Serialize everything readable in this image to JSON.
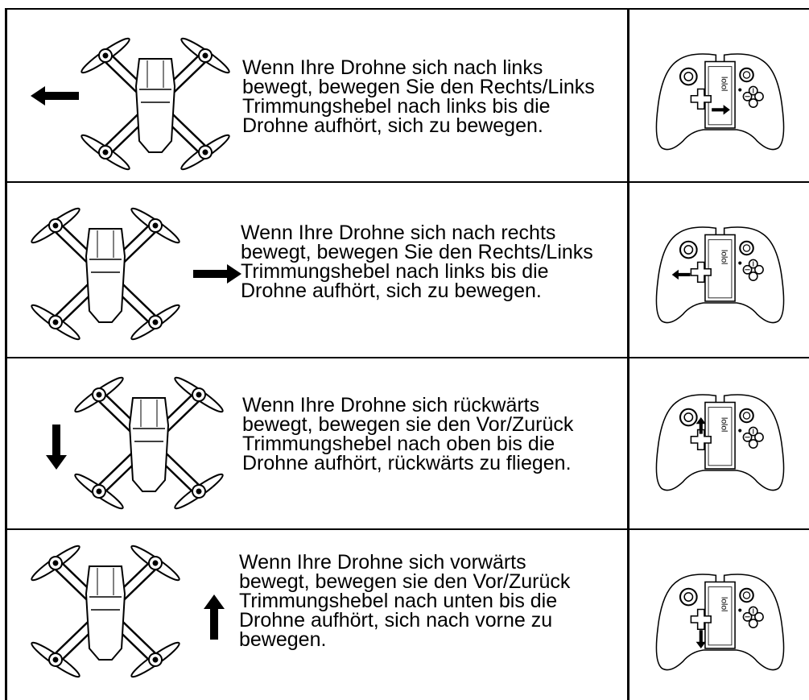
{
  "rows": [
    {
      "text": "Wenn Ihre Drohne sich nach links\nbewegt, bewegen Sie den Rechts/Links\nTrimmungshebel nach links bis die\nDrohne aufhört, sich zu bewegen.",
      "drone_arrow": "left",
      "trim_arrow": "right",
      "controller_logo": "lolol"
    },
    {
      "text": "Wenn Ihre Drohne sich nach rechts\nbewegt, bewegen Sie den Rechts/Links\nTrimmungshebel nach links bis die\nDrohne aufhört, sich zu bewegen.",
      "drone_arrow": "right",
      "trim_arrow": "left",
      "controller_logo": "lolol"
    },
    {
      "text": "Wenn Ihre Drohne sich rückwärts\nbewegt, bewegen sie den Vor/Zurück\nTrimmungshebel nach oben bis die\nDrohne aufhört, rückwärts zu fliegen.",
      "drone_arrow": "down",
      "trim_arrow": "up",
      "controller_logo": "lolol"
    },
    {
      "text": "Wenn Ihre Drohne sich vorwärts\nbewegt, bewegen sie den Vor/Zurück\nTrimmungshebel nach unten bis die\nDrohne aufhört, sich nach vorne zu\nbewegen.",
      "drone_arrow": "up",
      "trim_arrow": "down",
      "controller_logo": "lolol"
    }
  ]
}
